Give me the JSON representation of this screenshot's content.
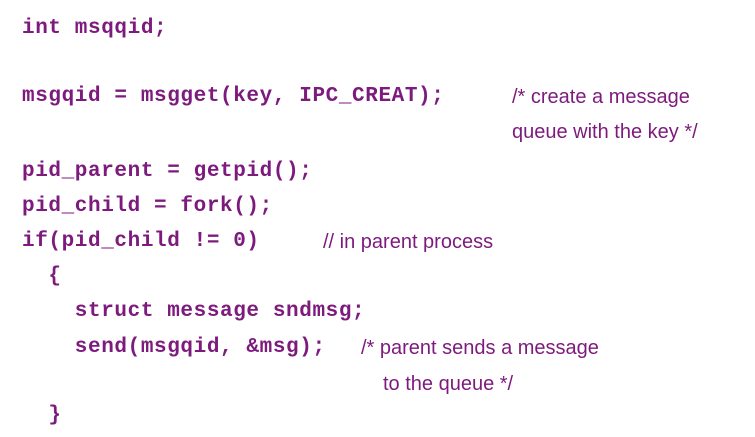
{
  "document": {
    "kind": "code-snippet",
    "language": "C",
    "background_color": "#ffffff",
    "text_color": "#7d1a7d"
  },
  "code": {
    "line1": "int msqqid;",
    "line2": "msgqid = msgget(key, IPC_CREAT);",
    "line3": "pid_parent = getpid();",
    "line4": "pid_child = fork();",
    "line5": "if(pid_child != 0)",
    "line6": "  {",
    "line7": "    struct message sndmsg;",
    "line8": "    send(msgqid, &msg);",
    "line9": "  }"
  },
  "comments": {
    "create_queue_part1": "/* create a message",
    "create_queue_part2": "queue with the key */",
    "in_parent_process": "// in parent process",
    "parent_sends_part1": "/* parent sends a message",
    "parent_sends_part2": "to the queue */"
  }
}
